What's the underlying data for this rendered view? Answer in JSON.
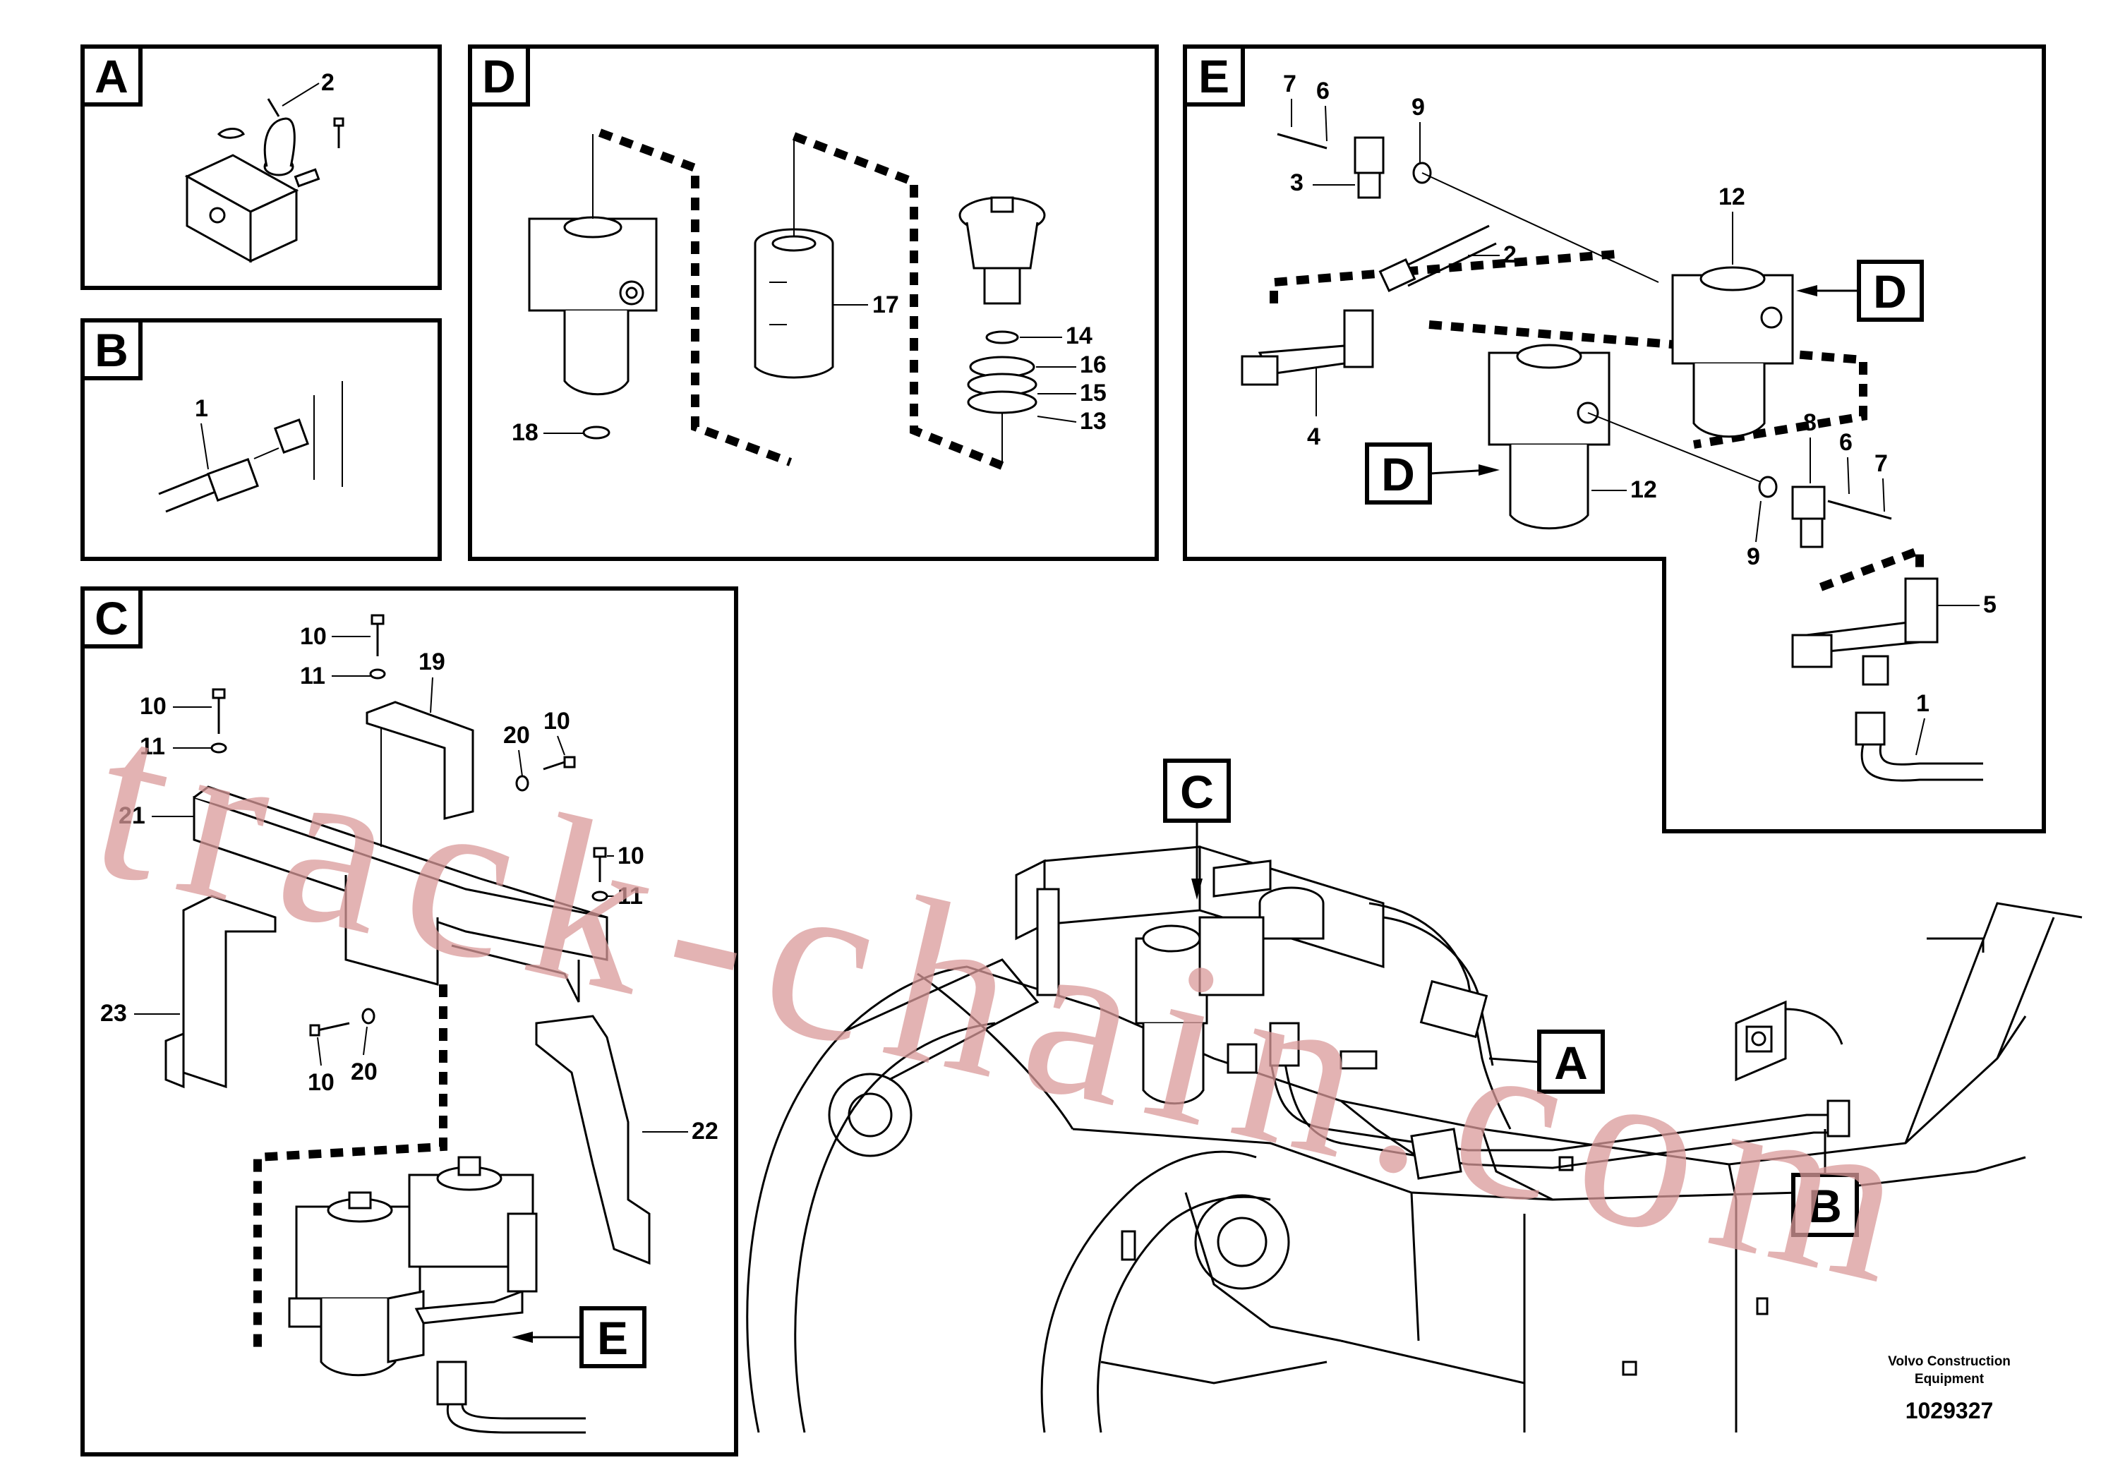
{
  "panels": {
    "a": {
      "letter": "A"
    },
    "b": {
      "letter": "B"
    },
    "c": {
      "letter": "C"
    },
    "d": {
      "letter": "D"
    },
    "e": {
      "letter": "E"
    }
  },
  "callouts": {
    "a": [
      "2"
    ],
    "b": [
      "1"
    ],
    "c": [
      "10",
      "11",
      "19",
      "10",
      "11",
      "20",
      "10",
      "21",
      "10",
      "11",
      "23",
      "10",
      "20",
      "22"
    ],
    "d": [
      "17",
      "14",
      "16",
      "15",
      "13",
      "18"
    ],
    "e": [
      "7",
      "6",
      "9",
      "3",
      "2",
      "12",
      "4",
      "12",
      "8",
      "6",
      "7",
      "9",
      "5",
      "1"
    ]
  },
  "refs": {
    "e_d1": "D",
    "e_d2": "D",
    "c_e": "E",
    "main_c": "C",
    "main_a": "A",
    "main_b": "B"
  },
  "footer": {
    "brand_line1": "Volvo Construction",
    "brand_line2": "Equipment",
    "drawing_number": "1029327"
  },
  "watermark": "track-chain.com"
}
